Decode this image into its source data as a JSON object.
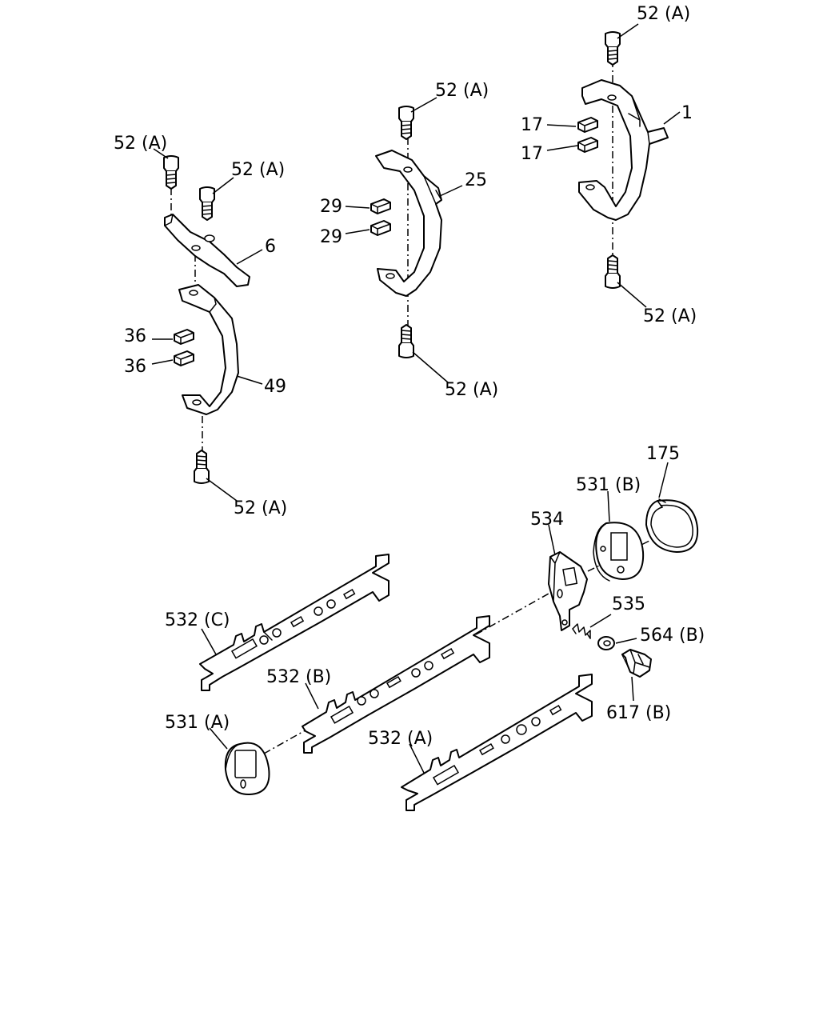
{
  "labels": {
    "c1_bolt_top": "52 (A)",
    "c1_fork": "1",
    "c1_pad_upper": "17",
    "c1_pad_lower": "17",
    "c1_bolt_bottom": "52 (A)",
    "c2_bolt_top": "52 (A)",
    "c2_fork": "25",
    "c2_pad_upper": "29",
    "c2_pad_lower": "29",
    "c2_bolt_bottom": "52 (A)",
    "c3_bolt_top_left": "52 (A)",
    "c3_bolt_top_right": "52 (A)",
    "c3_lever": "6",
    "c3_pad_upper": "36",
    "c3_pad_lower": "36",
    "c3_fork": "49",
    "c3_bolt_bottom": "52 (A)",
    "snap_ring": "175",
    "interlock_b": "531 (B)",
    "plate_534": "534",
    "spring_535": "535",
    "washer_564b": "564 (B)",
    "switch_617b": "617 (B)",
    "rail_532c": "532 (C)",
    "rail_532b": "532 (B)",
    "interlock_a": "531 (A)",
    "rail_532a": "532 (A)"
  }
}
